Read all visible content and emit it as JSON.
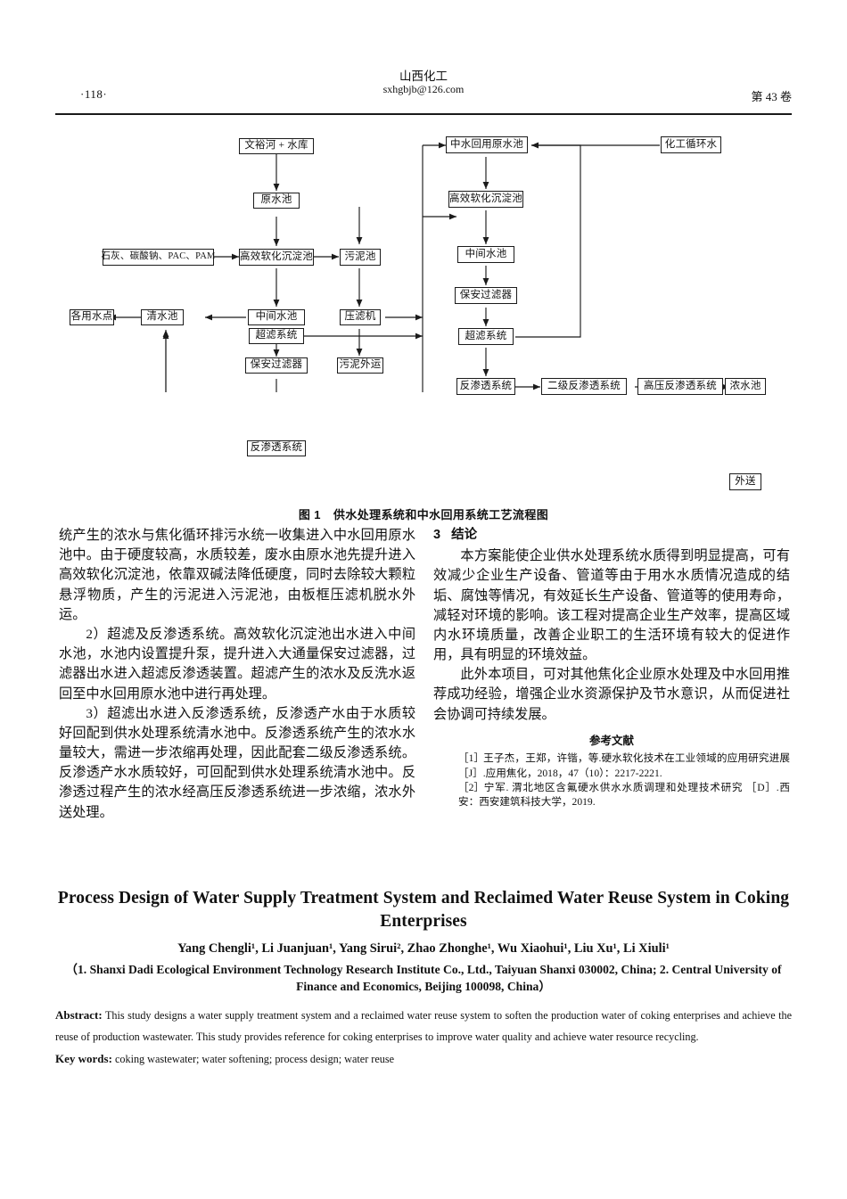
{
  "header": {
    "folio": "·118·",
    "journal": "山西化工",
    "email": "sxhgbjb@126.com",
    "volume": "第 43 卷"
  },
  "figure": {
    "caption_number": "图 1",
    "caption_text": "供水处理系统和中水回用系统工艺流程图",
    "nodes": {
      "wenyu_river": "文裕河 + 水库",
      "raw_water_pool": "原水池",
      "chemicals": "石灰、碳酸钠、PAC、PAM",
      "softening_tank_1": "高效软化沉淀池",
      "sludge_pool": "污泥池",
      "clear_water_pool": "清水池",
      "water_points": "各用水点",
      "intermediate_pool_1": "中间水池",
      "filter_press": "压滤机",
      "security_filter_1": "保安过滤器",
      "sludge_transport": "污泥外运",
      "ultrafiltration_1": "超滤系统",
      "ro_system_1": "反渗透系统",
      "reclaimed_raw_pool": "中水回用原水池",
      "chemical_circulating_water": "化工循环水",
      "softening_tank_2": "高效软化沉淀池",
      "intermediate_pool_2": "中间水池",
      "security_filter_2": "保安过滤器",
      "ultrafiltration_2": "超滤系统",
      "ro_system_2": "反渗透系统",
      "secondary_ro": "二级反渗透系统",
      "high_pressure_ro": "高压反渗透系统",
      "concentrate_pool": "浓水池",
      "external_transport": "外送"
    }
  },
  "left_column": {
    "para_1": "统产生的浓水与焦化循环排污水统一收集进入中水回用原水池中。由于硬度较高，水质较差，废水由原水池先提升进入高效软化沉淀池，依靠双碱法降低硬度，同时去除较大颗粒悬浮物质，产生的污泥进入污泥池，由板框压滤机脱水外运。",
    "para_2": "2）超滤及反渗透系统。高效软化沉淀池出水进入中间水池，水池内设置提升泵，提升进入大通量保安过滤器，过滤器出水进入超滤反渗透装置。超滤产生的浓水及反洗水返回至中水回用原水池中进行再处理。",
    "para_3": "3）超滤出水进入反渗透系统，反渗透产水由于水质较好回配到供水处理系统清水池中。反渗透系统产生的浓水水量较大，需进一步浓缩再处理，因此配套二级反渗透系统。反渗透产水水质较好，可回配到供水处理系统清水池中。反渗透过程产生的浓水经高压反渗透系统进一步浓缩，浓水外送处理。"
  },
  "right_column": {
    "section_number": "3",
    "section_title": "结论",
    "para_1": "本方案能使企业供水处理系统水质得到明显提高，可有效减少企业生产设备、管道等由于用水水质情况造成的结垢、腐蚀等情况，有效延长生产设备、管道等的使用寿命，减轻对环境的影响。该工程对提高企业生产效率，提高区域内水环境质量，改善企业职工的生活环境有较大的促进作用，具有明显的环境效益。",
    "para_2": "此外本项目，可对其他焦化企业原水处理及中水回用推荐成功经验，增强企业水资源保护及节水意识，从而促进社会协调可持续发展。",
    "references_heading": "参考文献",
    "references": [
      {
        "tag": "［1］",
        "text": "王子杰，王郑，许锴，等.硬水软化技术在工业领域的应用研究进展［J］.应用焦化，2018，47（10）：2217-2221."
      },
      {
        "tag": "［2］",
        "text": "宁军. 渭北地区含氟硬水供水水质调理和处理技术研究 ［D］.西安：西安建筑科技大学，2019."
      }
    ]
  },
  "english": {
    "title": "Process Design of Water Supply Treatment System and Reclaimed Water Reuse System in Coking Enterprises",
    "authors": "Yang Chengli¹, Li Juanjuan¹, Yang Sirui², Zhao Zhonghe¹, Wu Xiaohui¹, Liu Xu¹, Li Xiuli¹",
    "affiliation": "（1. Shanxi Dadi Ecological Environment Technology Research Institute Co., Ltd., Taiyuan Shanxi 030002, China; 2. Central University of Finance and Economics, Beijing 100098, China）",
    "abstract_label": "Abstract:",
    "abstract_text": "This study designs a water supply treatment system and a reclaimed water reuse system to soften the production water of coking enterprises and achieve the reuse of production wastewater. This study provides reference for coking enterprises to improve water quality and achieve water resource recycling.",
    "keywords_label": "Key words:",
    "keywords_text": "coking wastewater; water softening; process design; water reuse"
  }
}
